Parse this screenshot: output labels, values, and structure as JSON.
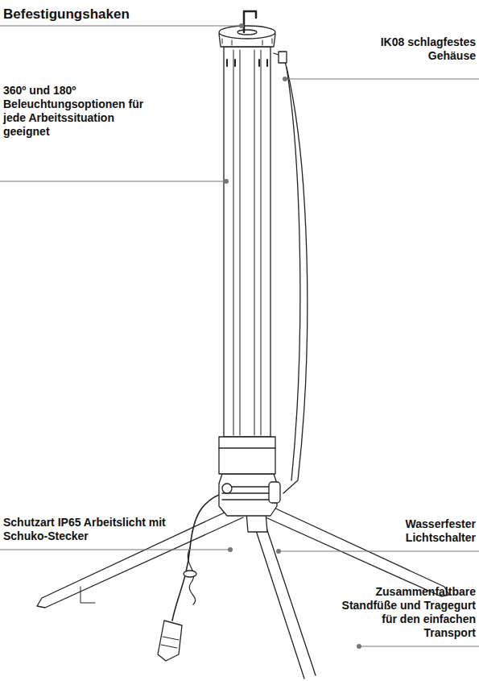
{
  "diagram": {
    "labels": [
      "Befestigungshaken",
      "IK08 schlagfestes Gehäuse",
      "360º und 180º Beleuchtungsoptionen für jede Arbeitssituation geeignet",
      "Schutzart IP65 Arbeitslicht mit Schuko-Stecker",
      "Wasserfester Lichtschalter",
      "Zusammenfaltbare Standfüße und Tragegurt für den einfachen Transport"
    ]
  }
}
